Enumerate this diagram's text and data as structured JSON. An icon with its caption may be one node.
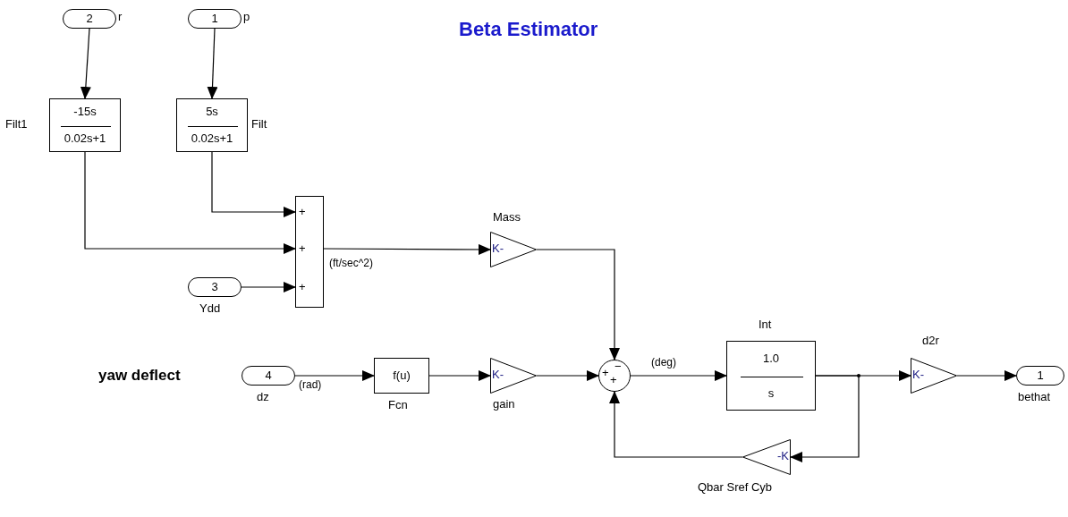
{
  "diagram": {
    "title": "Beta Estimator",
    "nodes": [
      {
        "text": [
          "2"
        ],
        "beside": [
          "r"
        ]
      },
      {
        "text": [
          "1"
        ],
        "beside": [
          "p"
        ]
      },
      {
        "text": [
          "-15s",
          "0.02s+1"
        ],
        "beside": [
          "Filt1"
        ]
      },
      {
        "text": [
          "5s",
          "0.02s+1"
        ],
        "beside": [
          "Filt"
        ]
      },
      {
        "text": [
          "3"
        ],
        "beside": [
          "Ydd"
        ]
      },
      {
        "text": [
          "+",
          "+",
          "+"
        ]
      },
      {
        "text": [
          "K-"
        ],
        "beside": [
          "Mass"
        ]
      },
      {
        "text": [
          "4"
        ],
        "beside": [
          "dz"
        ]
      },
      {
        "text": [
          "f(u)"
        ],
        "beside": [
          "Fcn"
        ]
      },
      {
        "text": [
          "K-"
        ],
        "beside": [
          "gain"
        ]
      },
      {
        "text": [
          "−",
          "+",
          "+"
        ]
      },
      {
        "text": [
          "1.0",
          "s"
        ],
        "beside": [
          "Int"
        ]
      },
      {
        "text": [
          "K-"
        ],
        "beside": [
          "d2r"
        ]
      },
      {
        "text": [
          "1"
        ],
        "beside": [
          "bethat"
        ]
      },
      {
        "text": [
          "-K"
        ],
        "beside": [
          "Qbar Sref Cyb"
        ]
      }
    ],
    "edges": [
      {
        "from": 0,
        "to": 2,
        "arrow": "to"
      },
      {
        "from": 1,
        "to": 3,
        "arrow": "to"
      },
      {
        "from": 3,
        "to": 5,
        "arrow": "to"
      },
      {
        "from": 2,
        "to": 5,
        "arrow": "to"
      },
      {
        "from": 4,
        "to": 5,
        "arrow": "to"
      },
      {
        "from": 5,
        "to": 6,
        "arrow": "to",
        "label": "(ft/sec^2)"
      },
      {
        "from": 6,
        "to": 10,
        "arrow": "to"
      },
      {
        "from": 7,
        "to": 8,
        "arrow": "to",
        "label": "(rad)"
      },
      {
        "from": 8,
        "to": 9,
        "arrow": "to"
      },
      {
        "from": 9,
        "to": 10,
        "arrow": "to"
      },
      {
        "from": 10,
        "to": 11,
        "arrow": "to",
        "label": "(deg)"
      },
      {
        "from": 11,
        "to": 12,
        "arrow": "to"
      },
      {
        "from": 11,
        "to": 14,
        "arrow": "to"
      },
      {
        "from": 12,
        "to": 13,
        "arrow": "to"
      },
      {
        "from": 14,
        "to": 10,
        "arrow": "to"
      }
    ],
    "labels": [
      "yaw deflect"
    ]
  }
}
